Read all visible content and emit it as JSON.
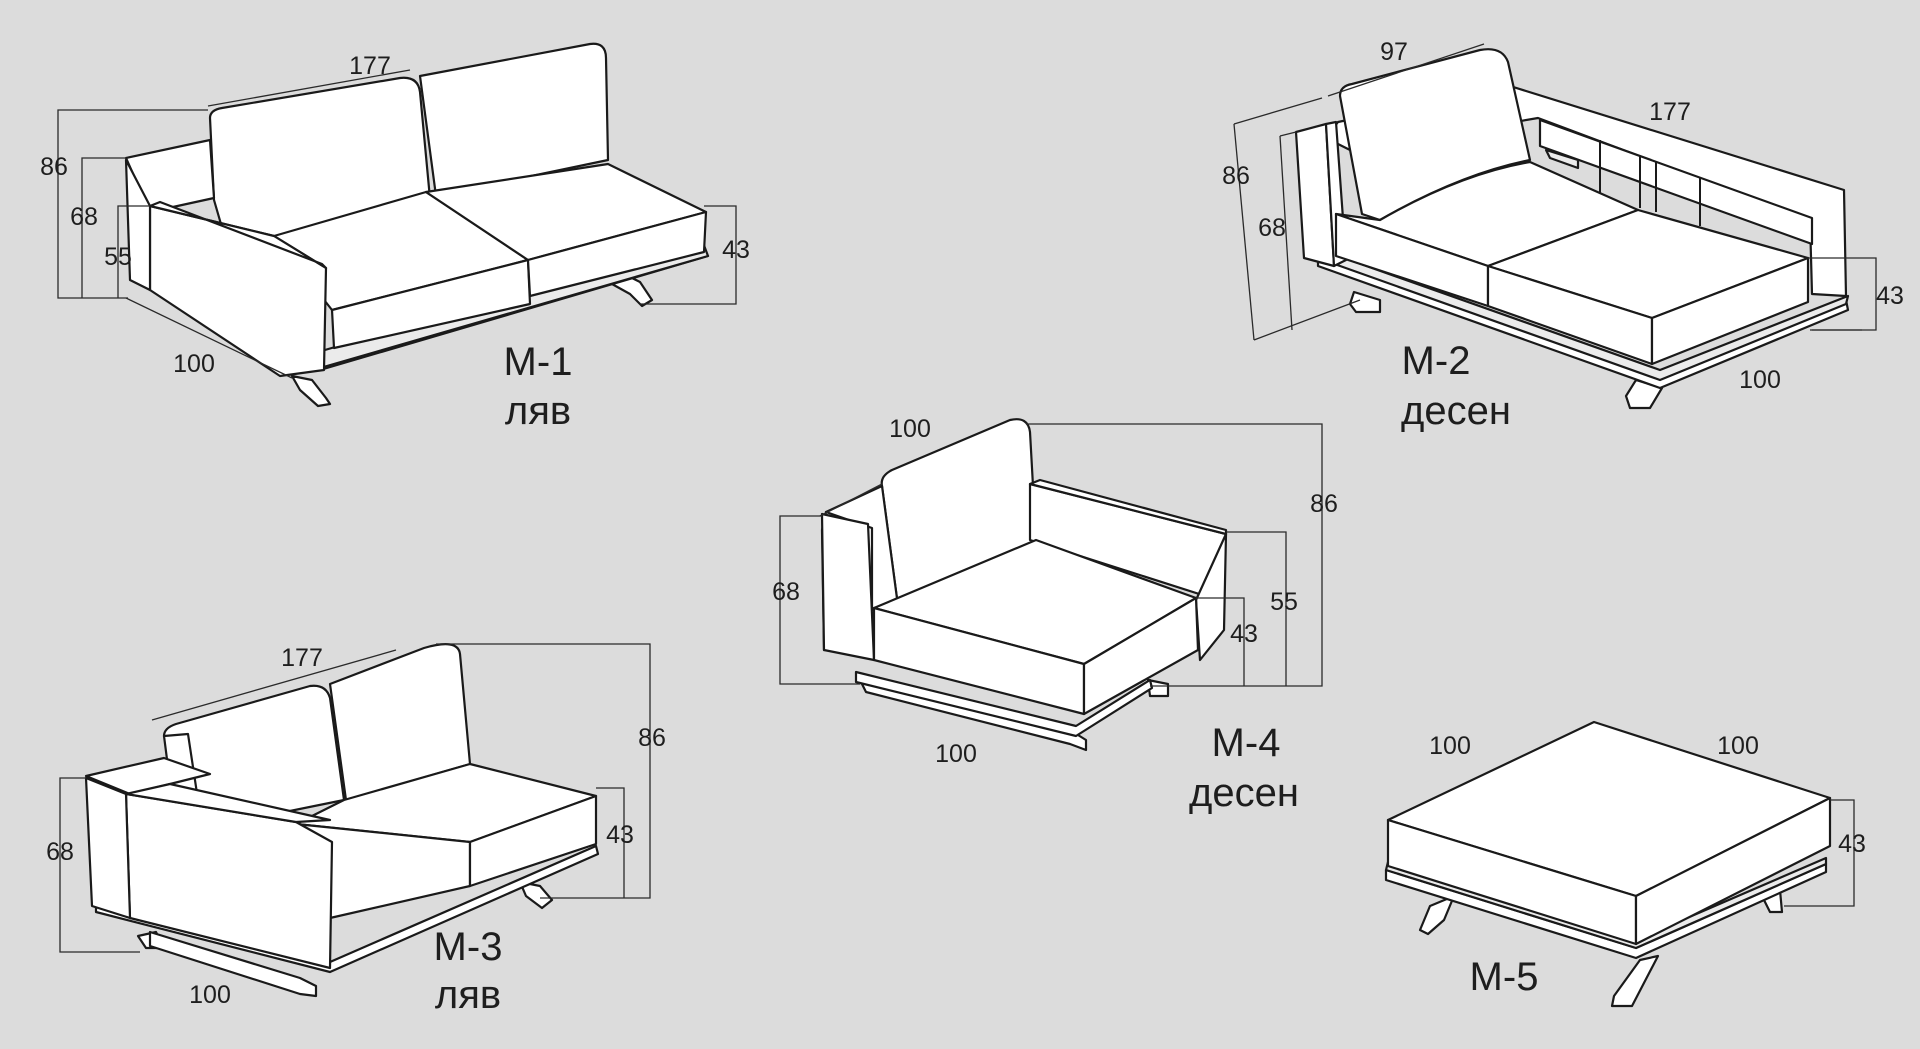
{
  "background": "#dcdcdc",
  "line_color": "#1a1a1a",
  "modules": [
    {
      "id": "m1",
      "label": "M-1",
      "side": "ляв",
      "dimensions": {
        "width": "177",
        "depth": "100",
        "total_height": "86",
        "armrest_height": "68",
        "back_seat": "55",
        "seat_height": "43"
      }
    },
    {
      "id": "m2",
      "label": "M-2",
      "side": "десен",
      "dimensions": {
        "back_width": "97",
        "length": "177",
        "depth": "100",
        "total_height": "86",
        "armrest_height": "68",
        "seat_height": "43"
      }
    },
    {
      "id": "m3",
      "label": "M-3",
      "side": "ляв",
      "dimensions": {
        "width": "177",
        "depth": "100",
        "total_height": "86",
        "armrest_height": "68",
        "seat_height": "43"
      }
    },
    {
      "id": "m4",
      "label": "M-4",
      "side": "десен",
      "dimensions": {
        "width": "100",
        "depth": "100",
        "total_height": "86",
        "armrest_height": "68",
        "back_seat": "55",
        "seat_height": "43"
      }
    },
    {
      "id": "m5",
      "label": "M-5",
      "dimensions": {
        "width": "100",
        "depth": "100",
        "height": "43"
      }
    }
  ]
}
